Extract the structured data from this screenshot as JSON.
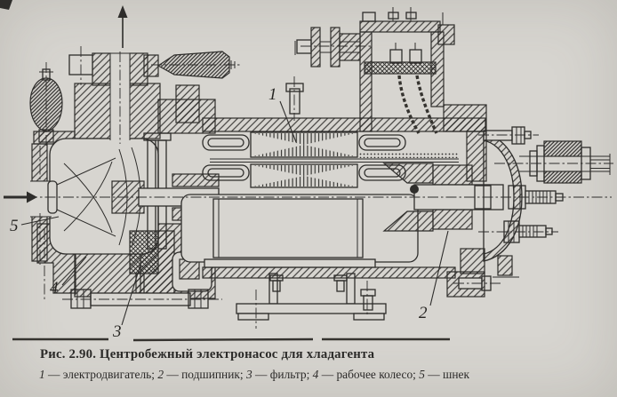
{
  "figure": {
    "caption": "Рис. 2.90. Центробежный электронасос для хладагента",
    "legend_items": [
      {
        "num": "1",
        "term": " — электродвигатель; "
      },
      {
        "num": "2",
        "term": " — подшипник; "
      },
      {
        "num": "3",
        "term": " — фильтр; "
      },
      {
        "num": "4",
        "term": " — рабочее колесо; "
      },
      {
        "num": "5",
        "term": " — шнек"
      }
    ],
    "callouts": [
      {
        "num": "1"
      },
      {
        "num": "2"
      },
      {
        "num": "3"
      },
      {
        "num": "4"
      },
      {
        "num": "5"
      }
    ]
  },
  "drawing": {
    "paper_color": "#d7d5d0",
    "ink_color": "#2e2d2b"
  }
}
